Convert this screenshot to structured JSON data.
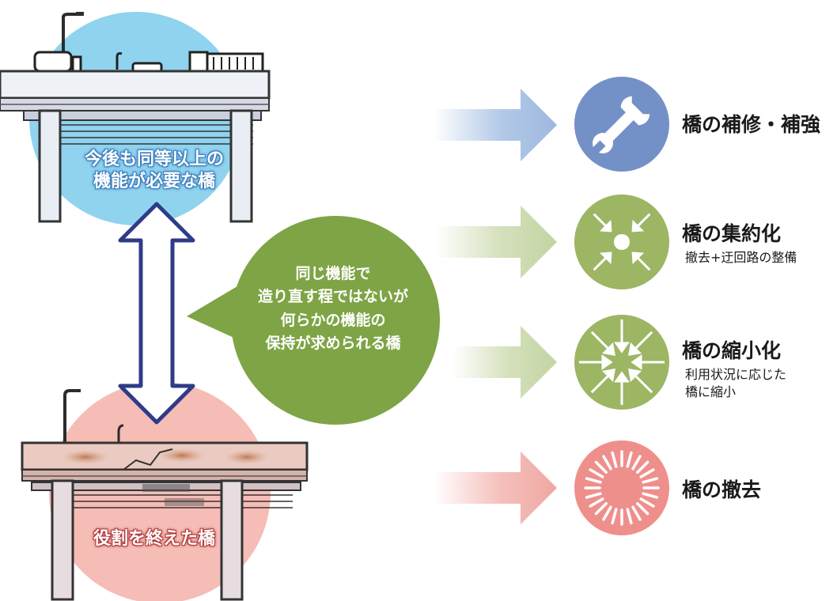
{
  "labels": {
    "top_bridge_line1": "今後も同等以上の",
    "top_bridge_line2": "機能が必要な橋",
    "bottom_bridge": "役割を終えた橋"
  },
  "bubble": {
    "line1": "同じ機能で",
    "line2": "造り直す程ではないが",
    "line3": "何らかの機能の",
    "line4": "保持が求められる橋"
  },
  "options": [
    {
      "title": "橋の補修・補強",
      "sub1": "",
      "sub2": "",
      "color": "#7391c7",
      "icon": "wrench-icon"
    },
    {
      "title": "橋の集約化",
      "sub1": "撤去+迂回路の整備",
      "sub2": "",
      "color": "#9cb664",
      "icon": "converge-dot-icon"
    },
    {
      "title": "橋の縮小化",
      "sub1": "利用状況に応じた",
      "sub2": "橋に縮小",
      "color": "#9cb664",
      "icon": "shrink-arrows-icon"
    },
    {
      "title": "橋の撤去",
      "sub1": "",
      "sub2": "",
      "color": "#ef8f8c",
      "icon": "burst-icon"
    }
  ],
  "colors": {
    "top_circle": "#8fd3ee",
    "bottom_circle": "#f6bcb6",
    "bubble": "#7ea445",
    "blue_arrow": "#aac3e4",
    "green_arrow": "#cfdcb3",
    "pink_arrow": "#f3b8b3",
    "double_arrow_stroke": "#2e3c88"
  }
}
